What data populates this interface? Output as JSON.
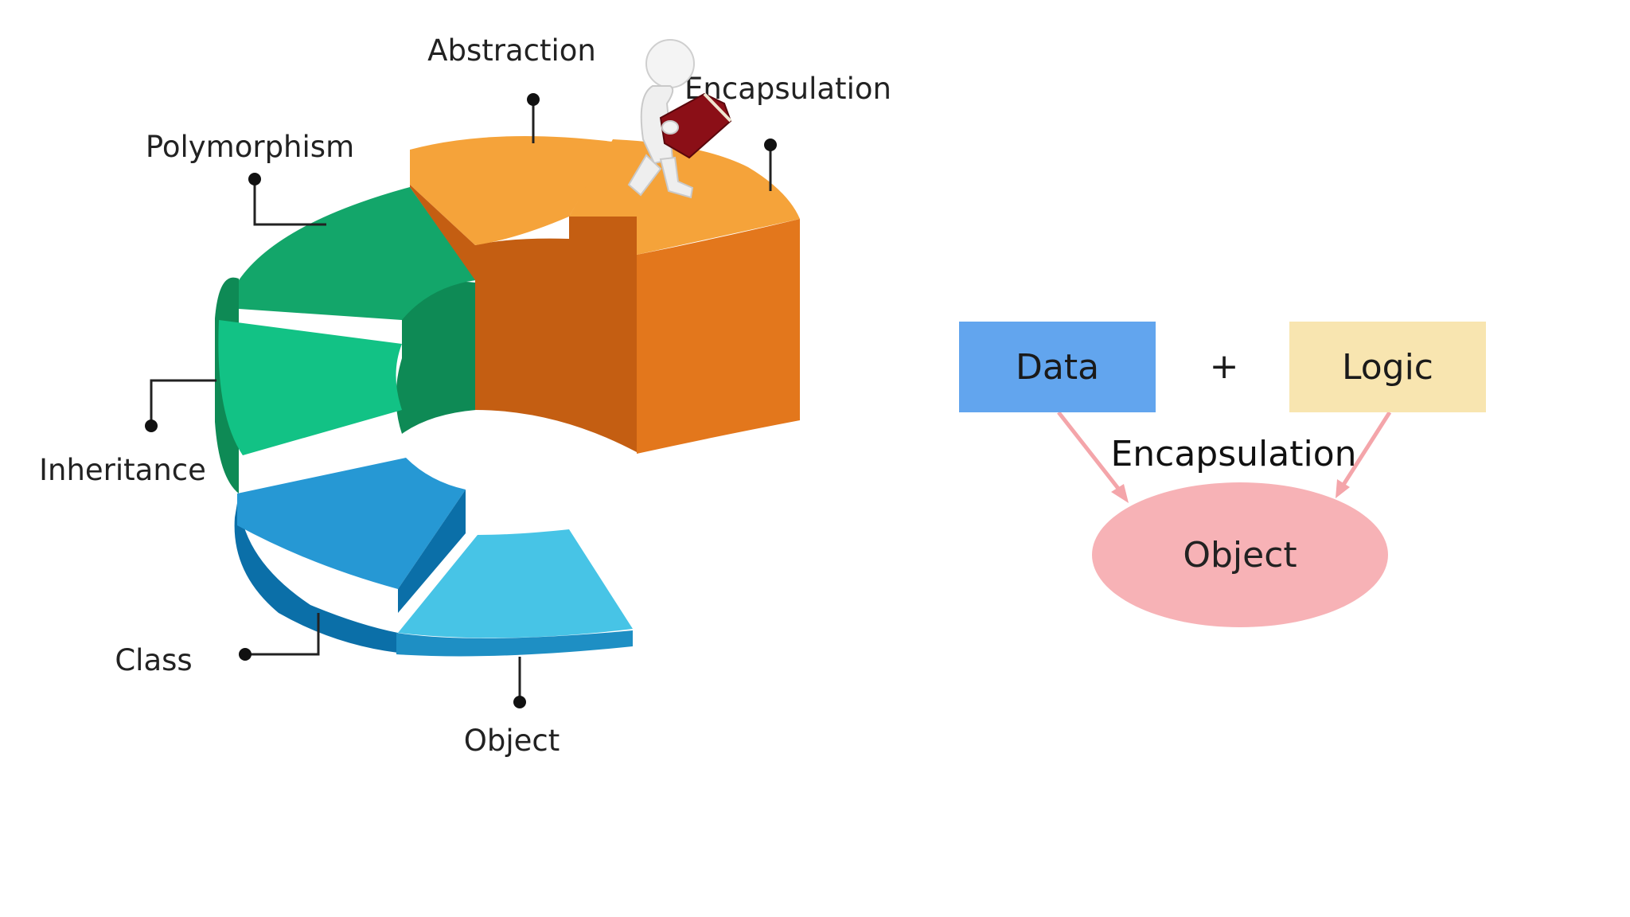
{
  "ring": {
    "labels": {
      "abstraction": "Abstraction",
      "encapsulation": "Encapsulation",
      "polymorphism": "Polymorphism",
      "inheritance": "Inheritance",
      "class": "Class",
      "object": "Object"
    },
    "colors": {
      "orange_top": "#F5A33A",
      "orange_front": "#E3771C",
      "orange_dark": "#C45E12",
      "green_top": "#13A66A",
      "green_side": "#0E8A55",
      "mint_top": "#12C285",
      "blue_top": "#2698D4",
      "blue_side": "#0B6FA8",
      "cyan_top": "#47C4E6",
      "cyan_side": "#1E8FC4"
    }
  },
  "figure_icon": "person-reading-book-icon",
  "encapsulation_diagram": {
    "data_label": "Data",
    "plus_label": "+",
    "logic_label": "Logic",
    "arrow_label": "Encapsulation",
    "object_label": "Object",
    "colors": {
      "data_box": "#62A5EE",
      "logic_box": "#F8E5B0",
      "object_ellipse": "#F7B2B6",
      "arrow": "#F4A5AA"
    }
  }
}
